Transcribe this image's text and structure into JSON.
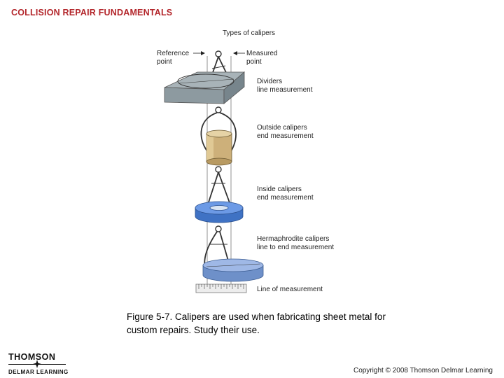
{
  "header": {
    "title": "COLLISION REPAIR FUNDAMENTALS"
  },
  "figure": {
    "title": "Types of calipers",
    "labels": {
      "reference_point": "Reference\npoint",
      "measured_point": "Measured\npoint",
      "dividers": "Dividers\nline measurement",
      "outside": "Outside calipers\nend measurement",
      "inside": "Inside calipers\nend measurement",
      "hermaphrodite": "Hermaphrodite calipers\nline to end measurement",
      "line": "Line of measurement"
    }
  },
  "caption": "Figure 5-7.  Calipers are used when fabricating sheet metal for custom repairs.  Study their use.",
  "footer": {
    "brand": "THOMSON",
    "sub": "DELMAR LEARNING",
    "copyright": "Copyright © 2008 Thomson Delmar Learning"
  },
  "colors": {
    "header": "#b3262b",
    "plate": "#8d9aa0",
    "cylinder": "#cdb07a",
    "ring": "#4f84d6"
  }
}
